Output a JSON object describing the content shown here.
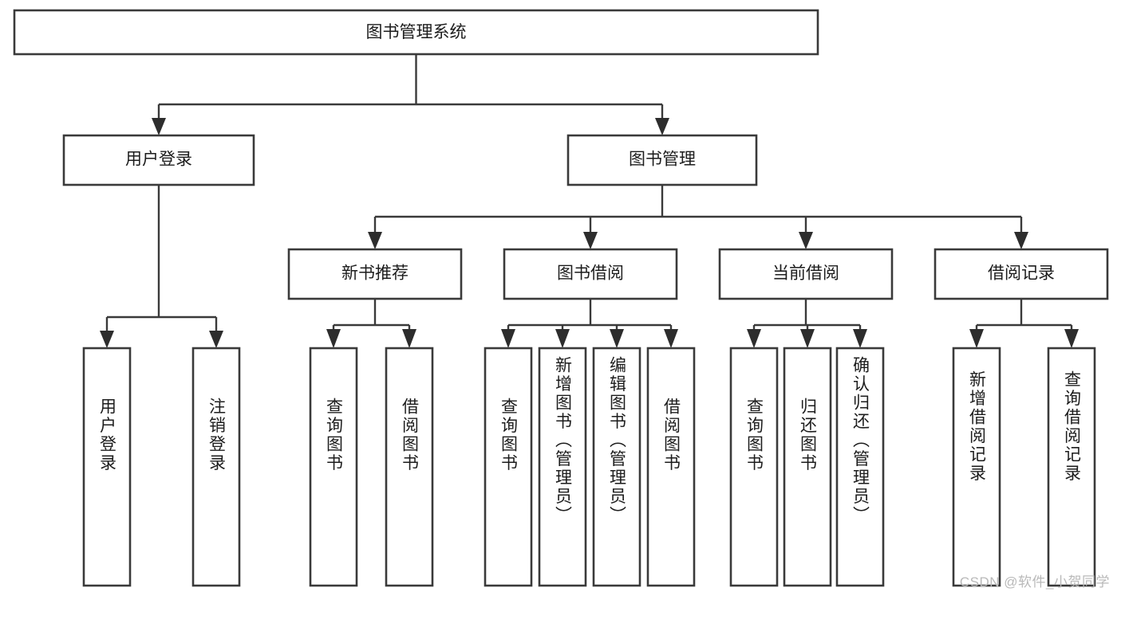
{
  "diagram": {
    "title": "图书管理系统",
    "type": "tree-hierarchy",
    "style": {
      "box_fill": "#ffffff",
      "box_stroke": "#3a3a3a",
      "line_color": "#3a3a3a",
      "text_color": "#1c1c1c",
      "background": "#ffffff",
      "watermark_color": "#b9b9b9"
    },
    "root": {
      "label": "图书管理系统",
      "orientation": "horizontal"
    },
    "level2": [
      {
        "label": "用户登录",
        "orientation": "horizontal"
      },
      {
        "label": "图书管理",
        "orientation": "horizontal"
      }
    ],
    "level3": [
      {
        "label": "新书推荐",
        "orientation": "horizontal"
      },
      {
        "label": "图书借阅",
        "orientation": "horizontal"
      },
      {
        "label": "当前借阅",
        "orientation": "horizontal"
      },
      {
        "label": "借阅记录",
        "orientation": "horizontal"
      }
    ],
    "leaves": {
      "user_login": [
        {
          "label": "用户登录",
          "orientation": "vertical"
        },
        {
          "label": "注销登录",
          "orientation": "vertical"
        }
      ],
      "new_book_recommend": [
        {
          "label": "查询图书",
          "orientation": "vertical"
        },
        {
          "label": "借阅图书",
          "orientation": "vertical"
        }
      ],
      "book_borrow": [
        {
          "label": "查询图书",
          "orientation": "vertical"
        },
        {
          "label": "新增图书（管理员）",
          "orientation": "vertical"
        },
        {
          "label": "编辑图书（管理员）",
          "orientation": "vertical"
        },
        {
          "label": "借阅图书",
          "orientation": "vertical"
        }
      ],
      "current_borrow": [
        {
          "label": "查询图书",
          "orientation": "vertical"
        },
        {
          "label": "归还图书",
          "orientation": "vertical"
        },
        {
          "label": "确认归还（管理员）",
          "orientation": "vertical"
        }
      ],
      "borrow_record": [
        {
          "label": "新增借阅记录",
          "orientation": "vertical"
        },
        {
          "label": "查询借阅记录",
          "orientation": "vertical"
        }
      ]
    }
  },
  "watermark": {
    "text": "CSDN @软件_小贺同学"
  }
}
